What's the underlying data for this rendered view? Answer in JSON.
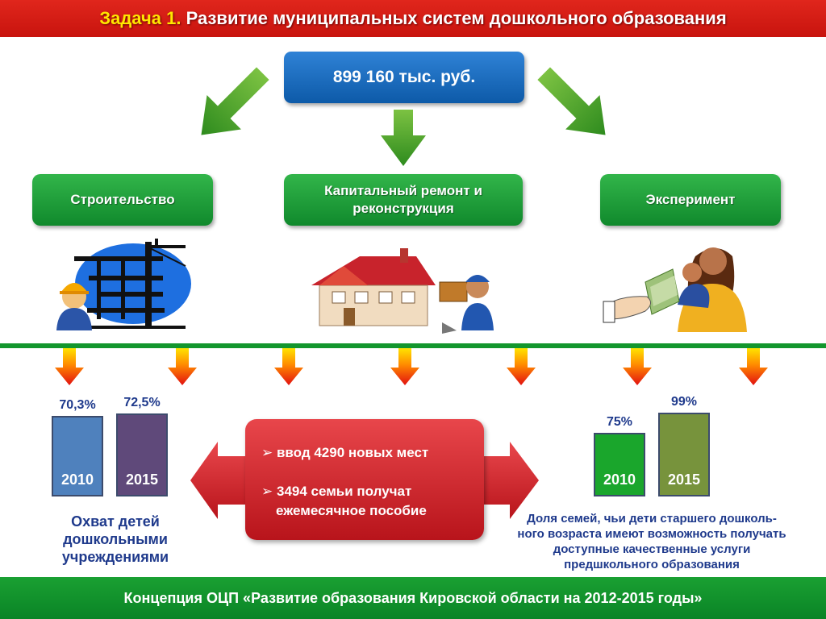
{
  "title": {
    "prefix": "Задача 1.",
    "text": "Развитие муниципальных систем дошкольного образования"
  },
  "budget": "899 160 тыс. руб.",
  "directions": {
    "construction": "Строительство",
    "repair_line1": "Капитальный ремонт и",
    "repair_line2": "реконструкция",
    "experiment": "Эксперимент"
  },
  "left_chart": {
    "bars": [
      {
        "year": "2010",
        "label": "70,3%",
        "value": 70.3,
        "color": "#4f81bd"
      },
      {
        "year": "2015",
        "label": "72,5%",
        "value": 72.5,
        "color": "#5f497a"
      }
    ],
    "caption_lines": [
      "Охват детей",
      "дошкольными",
      "учреждениями"
    ]
  },
  "right_chart": {
    "bars": [
      {
        "year": "2010",
        "label": "75%",
        "value": 75,
        "color": "#1aa62c"
      },
      {
        "year": "2015",
        "label": "99%",
        "value": 99,
        "color": "#77933c"
      }
    ],
    "caption_lines": [
      "Доля семей, чьи дети старшего дошколь-",
      "ного возраста имеют возможность получать",
      "доступные качественные услуги",
      "предшкольного образования"
    ]
  },
  "outcomes": {
    "item1": "ввод 4290 новых мест",
    "item2_line1": "3494 семьи получат",
    "item2_line2": "ежемесячное пособие"
  },
  "footer": "Концепция ОЦП «Развитие образования Кировской области на 2012-2015 годы»",
  "icons": [
    "construction-crane-worker-icon",
    "house-repair-worker-icon",
    "family-money-icon"
  ],
  "colors": {
    "title_bg": "#d81b14",
    "accent_yellow": "#ffe600",
    "green": "#13962d",
    "blue": "#1a6cc4",
    "red": "#c8181e",
    "text_blue": "#1f3a8c"
  }
}
